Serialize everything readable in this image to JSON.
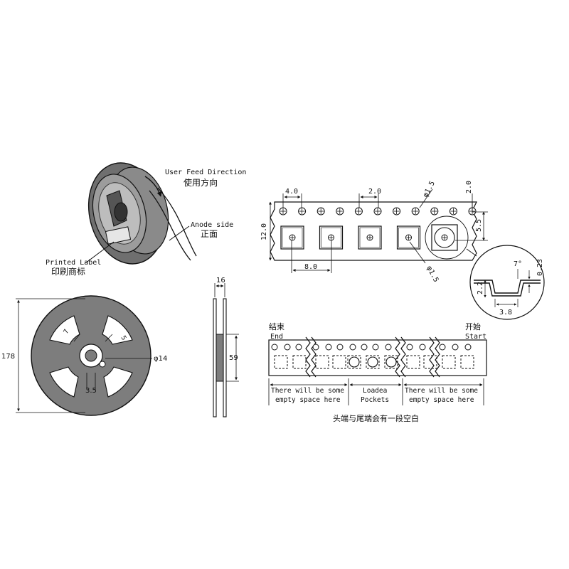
{
  "reel3d": {
    "feed_en": "User Feed Direction",
    "feed_cn": "使用方向",
    "anode_en": "Anode side",
    "anode_cn": "正面",
    "label_en": "Printed Label",
    "label_cn": "印刷商标"
  },
  "tape": {
    "pitch_hole": "4.0",
    "hole_to_pocket": "2.0",
    "hole_dia": "φ1.5",
    "edge": "2.0",
    "width": "12.0",
    "row_to_center": "5.5",
    "pocket_pitch": "8.0",
    "pocket_hole_dia": "φ1.5"
  },
  "detail": {
    "angle": "7°",
    "thickness": "0.23",
    "depth": "2.2",
    "pocket_w": "3.8"
  },
  "reel_front": {
    "diameter": "178",
    "hub": "φ14",
    "slot_a": "7",
    "slot_b": "5",
    "slot_w": "3.5"
  },
  "reel_side": {
    "width": "16",
    "hub": "59"
  },
  "leader": {
    "end_cn": "结束",
    "end_en": "End",
    "start_cn": "开始",
    "start_en": "Start",
    "empty_left_1": "There will be some",
    "empty_left_2": "empty space here",
    "loaded_1": "Loadea",
    "loaded_2": "Pockets",
    "empty_right_1": "There will be some",
    "empty_right_2": "empty space here",
    "note_cn": "头端与尾端会有一段空白"
  }
}
